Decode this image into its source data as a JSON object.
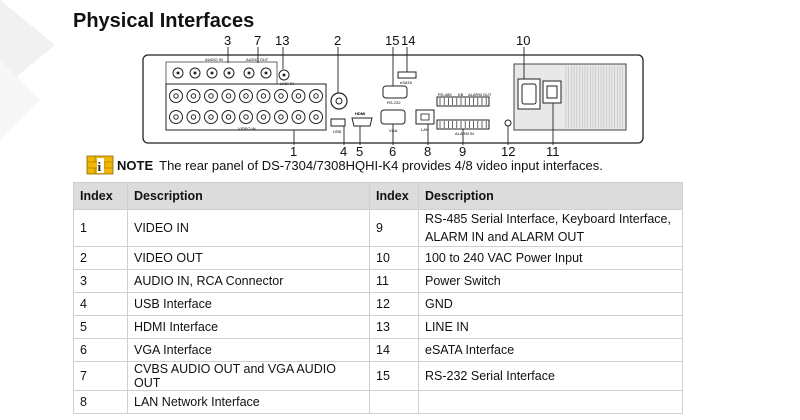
{
  "title": "Physical Interfaces",
  "callouts": [
    "3",
    "7",
    "13",
    "2",
    "15",
    "14",
    "10",
    "1",
    "4",
    "5",
    "6",
    "8",
    "9",
    "12",
    "11"
  ],
  "panel_labels": {
    "video_in": "VIDEO IN",
    "audio_in": "AUDIO IN",
    "audio_out": "AUDIO OUT",
    "line_in": "LINE IN",
    "rs232": "RS-232",
    "esata": "eSATA",
    "usb": "USB",
    "hdmi": "HDMI",
    "vga": "VGA",
    "lan": "LAN",
    "rs485": "RS-485",
    "kb": "KB",
    "alarm_out": "ALARM OUT",
    "alarm_in": "ALARM IN"
  },
  "note": {
    "label": "NOTE",
    "text": "The rear panel of DS-7304/7308HQHI-K4 provides 4/8 video input interfaces."
  },
  "table": {
    "headers": [
      "Index",
      "Description",
      "Index",
      "Description"
    ],
    "rows": [
      {
        "i1": "1",
        "d1": "VIDEO IN",
        "i2": "9",
        "d2": "RS-485 Serial Interface, Keyboard Interface, ALARM IN and ALARM OUT"
      },
      {
        "i1": "2",
        "d1": "VIDEO OUT",
        "i2": "10",
        "d2": "100 to 240 VAC Power Input"
      },
      {
        "i1": "3",
        "d1": "AUDIO IN, RCA Connector",
        "i2": "11",
        "d2": "Power Switch"
      },
      {
        "i1": "4",
        "d1": "USB Interface",
        "i2": "12",
        "d2": "GND"
      },
      {
        "i1": "5",
        "d1": "HDMI Interface",
        "i2": "13",
        "d2": "LINE IN"
      },
      {
        "i1": "6",
        "d1": "VGA Interface",
        "i2": "14",
        "d2": "eSATA Interface"
      },
      {
        "i1": "7",
        "d1": "CVBS AUDIO OUT and VGA AUDIO OUT",
        "i2": "15",
        "d2": "RS-232 Serial Interface"
      },
      {
        "i1": "8",
        "d1": "LAN Network Interface",
        "i2": "",
        "d2": ""
      }
    ]
  }
}
